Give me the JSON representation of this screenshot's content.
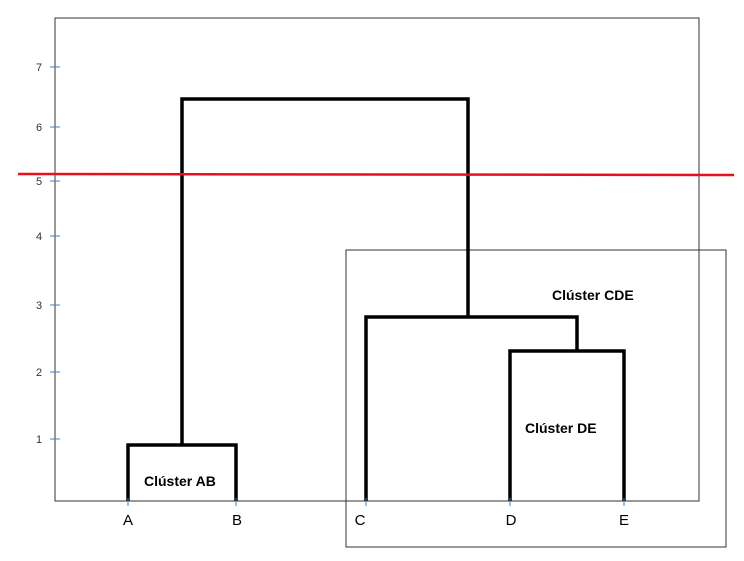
{
  "y_axis": {
    "ticks": [
      "1",
      "2",
      "3",
      "4",
      "5",
      "6",
      "7"
    ]
  },
  "leaves": [
    "A",
    "B",
    "C",
    "D",
    "E"
  ],
  "clusters": {
    "ab": "Clúster AB",
    "cde": "Clúster CDE",
    "de": "Clúster DE"
  },
  "merges": [
    {
      "name": "AB",
      "height": 0.9
    },
    {
      "name": "DE",
      "height": 2.3
    },
    {
      "name": "CDE",
      "height": 2.8
    },
    {
      "name": "ABCDE",
      "height": 6.4
    }
  ],
  "cut_line": {
    "height": 5.1,
    "color": "#e8101a"
  },
  "colors": {
    "tree": "#000000",
    "frame": "#333333",
    "tick": "#4a7bbd"
  }
}
